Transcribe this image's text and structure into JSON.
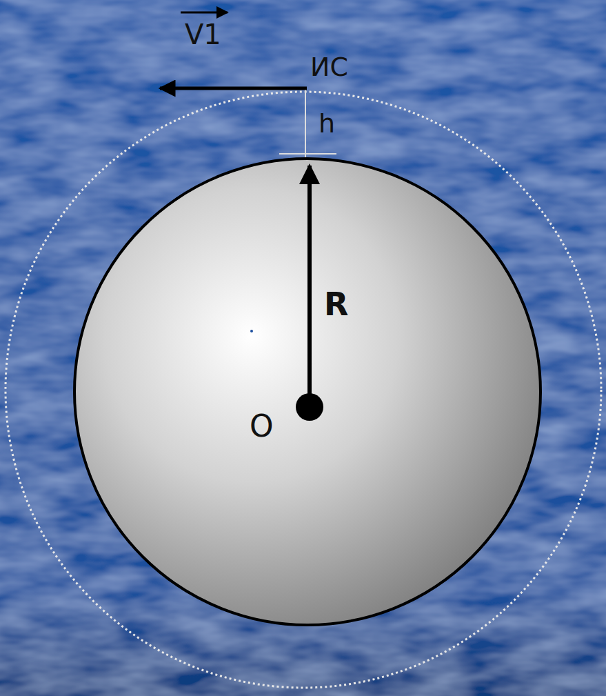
{
  "diagram": {
    "labels": [
      "V1",
      "ИС",
      "h",
      "R",
      "O"
    ]
  }
}
